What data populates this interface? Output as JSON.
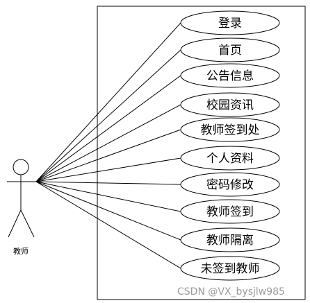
{
  "actor": {
    "label": "教师"
  },
  "use_cases": [
    {
      "label": "登录"
    },
    {
      "label": "首页"
    },
    {
      "label": "公告信息"
    },
    {
      "label": "校园资讯"
    },
    {
      "label": "教师签到处"
    },
    {
      "label": "个人资料"
    },
    {
      "label": "密码修改"
    },
    {
      "label": "教师签到"
    },
    {
      "label": "教师隔离"
    },
    {
      "label": "未签到教师"
    }
  ],
  "watermark": "CSDN @VX_bysjlw985",
  "colors": {
    "line": "#000000",
    "watermark": "#9a9a9a",
    "background": "#ffffff"
  }
}
